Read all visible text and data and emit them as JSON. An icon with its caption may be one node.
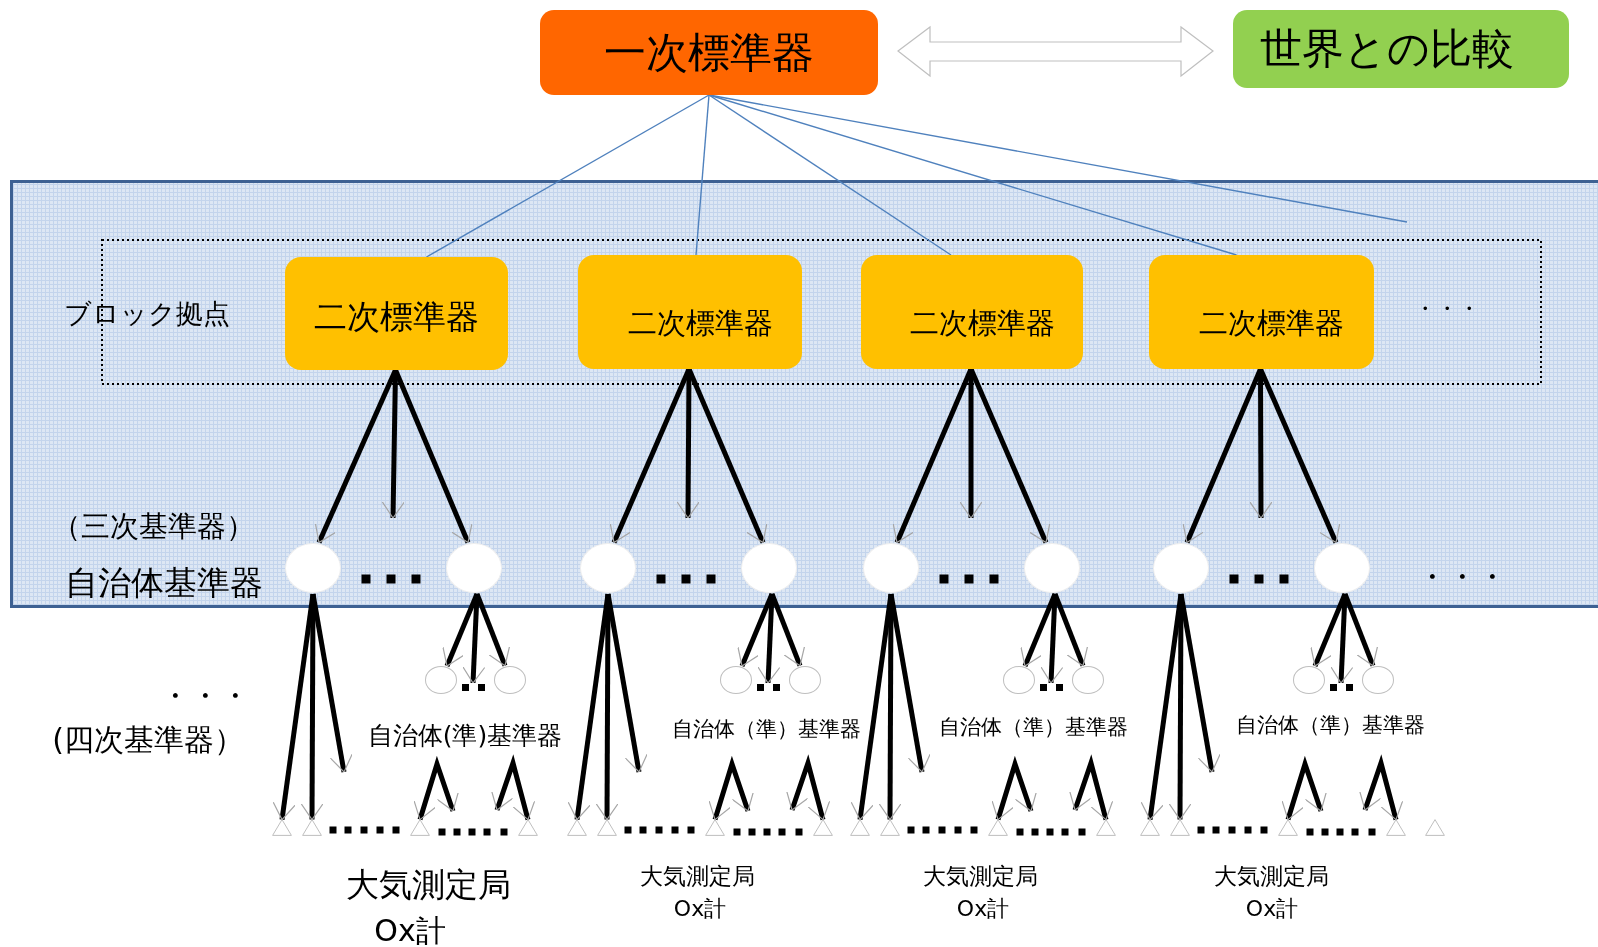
{
  "diagram": {
    "nodes": [
      {
        "text": [
          "一次標準器"
        ]
      },
      {
        "text": [
          "世界との比較"
        ]
      },
      {
        "text": [
          "二次標準器"
        ]
      },
      {
        "text": [
          "二次標準器"
        ]
      },
      {
        "text": [
          "二次標準器"
        ]
      },
      {
        "text": [
          "二次標準器"
        ]
      },
      {
        "text": [],
        "shape": "circle"
      },
      {
        "text": [],
        "shape": "circle"
      },
      {
        "text": [],
        "shape": "circle"
      },
      {
        "text": [],
        "shape": "circle"
      },
      {
        "text": [],
        "shape": "circle"
      },
      {
        "text": [],
        "shape": "circle"
      },
      {
        "text": [],
        "shape": "circle"
      },
      {
        "text": [],
        "shape": "circle"
      },
      {
        "text": [],
        "shape": "circle"
      },
      {
        "text": [],
        "shape": "circle"
      },
      {
        "text": [],
        "shape": "circle"
      },
      {
        "text": [],
        "shape": "circle"
      },
      {
        "text": [],
        "shape": "circle"
      },
      {
        "text": [],
        "shape": "circle"
      },
      {
        "text": [],
        "shape": "circle"
      },
      {
        "text": [],
        "shape": "circle"
      },
      {
        "text": [],
        "shape": "triangle"
      },
      {
        "text": [],
        "shape": "triangle"
      },
      {
        "text": [],
        "shape": "triangle"
      },
      {
        "text": [],
        "shape": "triangle"
      },
      {
        "text": [],
        "shape": "triangle"
      },
      {
        "text": [],
        "shape": "triangle"
      },
      {
        "text": [],
        "shape": "triangle"
      },
      {
        "text": [],
        "shape": "triangle"
      },
      {
        "text": [],
        "shape": "triangle"
      },
      {
        "text": [],
        "shape": "triangle"
      },
      {
        "text": [],
        "shape": "triangle"
      },
      {
        "text": [],
        "shape": "triangle"
      },
      {
        "text": [],
        "shape": "triangle"
      },
      {
        "text": [],
        "shape": "triangle"
      },
      {
        "text": [],
        "shape": "triangle"
      },
      {
        "text": [],
        "shape": "triangle"
      },
      {
        "text": [],
        "shape": "triangle"
      },
      {
        "text": [],
        "shape": "dots"
      },
      {
        "text": [],
        "shape": "dots"
      },
      {
        "text": [],
        "shape": "dots"
      },
      {
        "text": [],
        "shape": "dots"
      }
    ],
    "edges": [
      {
        "from": 0,
        "to": 1,
        "arrow": "both"
      },
      {
        "from": 0,
        "to": 2,
        "arrow": "none",
        "color": "#4f81bd"
      },
      {
        "from": 0,
        "to": 3,
        "arrow": "none",
        "color": "#4f81bd"
      },
      {
        "from": 0,
        "to": 4,
        "arrow": "none",
        "color": "#4f81bd"
      },
      {
        "from": 0,
        "to": 5,
        "arrow": "none",
        "color": "#4f81bd"
      },
      {
        "from": 0,
        "to": null,
        "arrow": "none",
        "color": "#4f81bd"
      },
      {
        "from": 2,
        "to": 6,
        "arrow": "to"
      },
      {
        "from": 2,
        "to": null,
        "arrow": "to"
      },
      {
        "from": 2,
        "to": 7,
        "arrow": "to"
      },
      {
        "from": 7,
        "to": 14,
        "arrow": "to"
      },
      {
        "from": 7,
        "to": 39,
        "arrow": "to"
      },
      {
        "from": 7,
        "to": 15,
        "arrow": "to"
      },
      {
        "from": 6,
        "to": 22,
        "arrow": "to"
      },
      {
        "from": 6,
        "to": 23,
        "arrow": "to"
      },
      {
        "from": 6,
        "to": null,
        "arrow": "to"
      },
      {
        "from": null,
        "to": 24,
        "arrow": "both"
      },
      {
        "from": null,
        "to": 25,
        "arrow": "both"
      },
      {
        "from": 3,
        "to": 8,
        "arrow": "to"
      },
      {
        "from": 3,
        "to": null,
        "arrow": "to"
      },
      {
        "from": 3,
        "to": 9,
        "arrow": "to"
      },
      {
        "from": 9,
        "to": 16,
        "arrow": "to"
      },
      {
        "from": 9,
        "to": 40,
        "arrow": "to"
      },
      {
        "from": 9,
        "to": 17,
        "arrow": "to"
      },
      {
        "from": 8,
        "to": 26,
        "arrow": "to"
      },
      {
        "from": 8,
        "to": 27,
        "arrow": "to"
      },
      {
        "from": 8,
        "to": null,
        "arrow": "to"
      },
      {
        "from": null,
        "to": 28,
        "arrow": "both"
      },
      {
        "from": null,
        "to": 29,
        "arrow": "both"
      },
      {
        "from": 4,
        "to": 10,
        "arrow": "to"
      },
      {
        "from": 4,
        "to": null,
        "arrow": "to"
      },
      {
        "from": 4,
        "to": 11,
        "arrow": "to"
      },
      {
        "from": 11,
        "to": 18,
        "arrow": "to"
      },
      {
        "from": 11,
        "to": 41,
        "arrow": "to"
      },
      {
        "from": 11,
        "to": 19,
        "arrow": "to"
      },
      {
        "from": 10,
        "to": 30,
        "arrow": "to"
      },
      {
        "from": 10,
        "to": 31,
        "arrow": "to"
      },
      {
        "from": 10,
        "to": null,
        "arrow": "to"
      },
      {
        "from": null,
        "to": 32,
        "arrow": "both"
      },
      {
        "from": null,
        "to": 33,
        "arrow": "both"
      },
      {
        "from": 5,
        "to": 12,
        "arrow": "to"
      },
      {
        "from": 5,
        "to": null,
        "arrow": "to"
      },
      {
        "from": 5,
        "to": 13,
        "arrow": "to"
      },
      {
        "from": 13,
        "to": 20,
        "arrow": "to"
      },
      {
        "from": 13,
        "to": 42,
        "arrow": "to"
      },
      {
        "from": 13,
        "to": 21,
        "arrow": "to"
      },
      {
        "from": 12,
        "to": 34,
        "arrow": "to"
      },
      {
        "from": 12,
        "to": 35,
        "arrow": "to"
      },
      {
        "from": 12,
        "to": null,
        "arrow": "to"
      },
      {
        "from": null,
        "to": 36,
        "arrow": "both"
      },
      {
        "from": null,
        "to": 37,
        "arrow": "both"
      }
    ],
    "labels": [
      "ブロック拠点",
      "・・・",
      "（三次基準器）",
      "自治体基準器",
      "・・・",
      "・・・",
      "(四次基準器）",
      "自治体(準)基準器",
      "自治体（準）基準器",
      "自治体（準）基準器",
      "自治体（準）基準器",
      "大気測定局",
      "大気測定局",
      "大気測定局",
      "大気測定局",
      "Ox計",
      "Ox計",
      "Ox計",
      "Ox計"
    ]
  }
}
